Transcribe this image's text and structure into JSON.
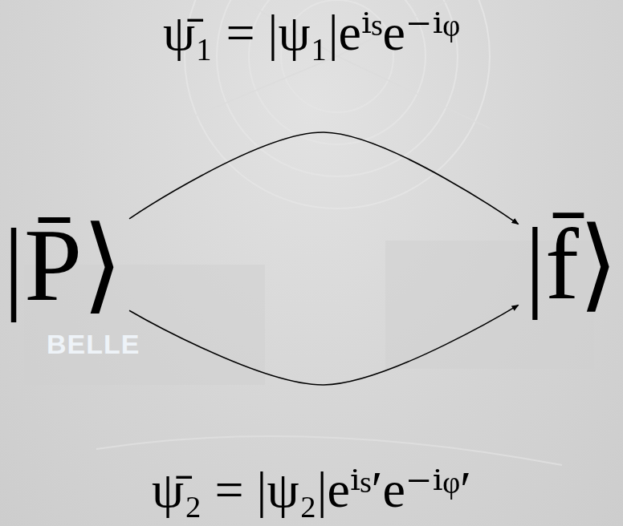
{
  "diagram": {
    "nodes": [
      {
        "text": [
          "|P̄⟩"
        ]
      },
      {
        "text": [
          "|f̄⟩"
        ]
      }
    ],
    "edges": [
      {
        "from": 0,
        "to": 1,
        "arrow": "to",
        "label": "ψ̄₁ = |ψ₁|eⁱˢe⁻ⁱᵠ"
      },
      {
        "from": 0,
        "to": 1,
        "arrow": "to",
        "label": "ψ̄₂ = |ψ₂|eⁱˢ′e⁻ⁱᵠ′"
      }
    ],
    "labels": [
      "BELLE"
    ]
  }
}
